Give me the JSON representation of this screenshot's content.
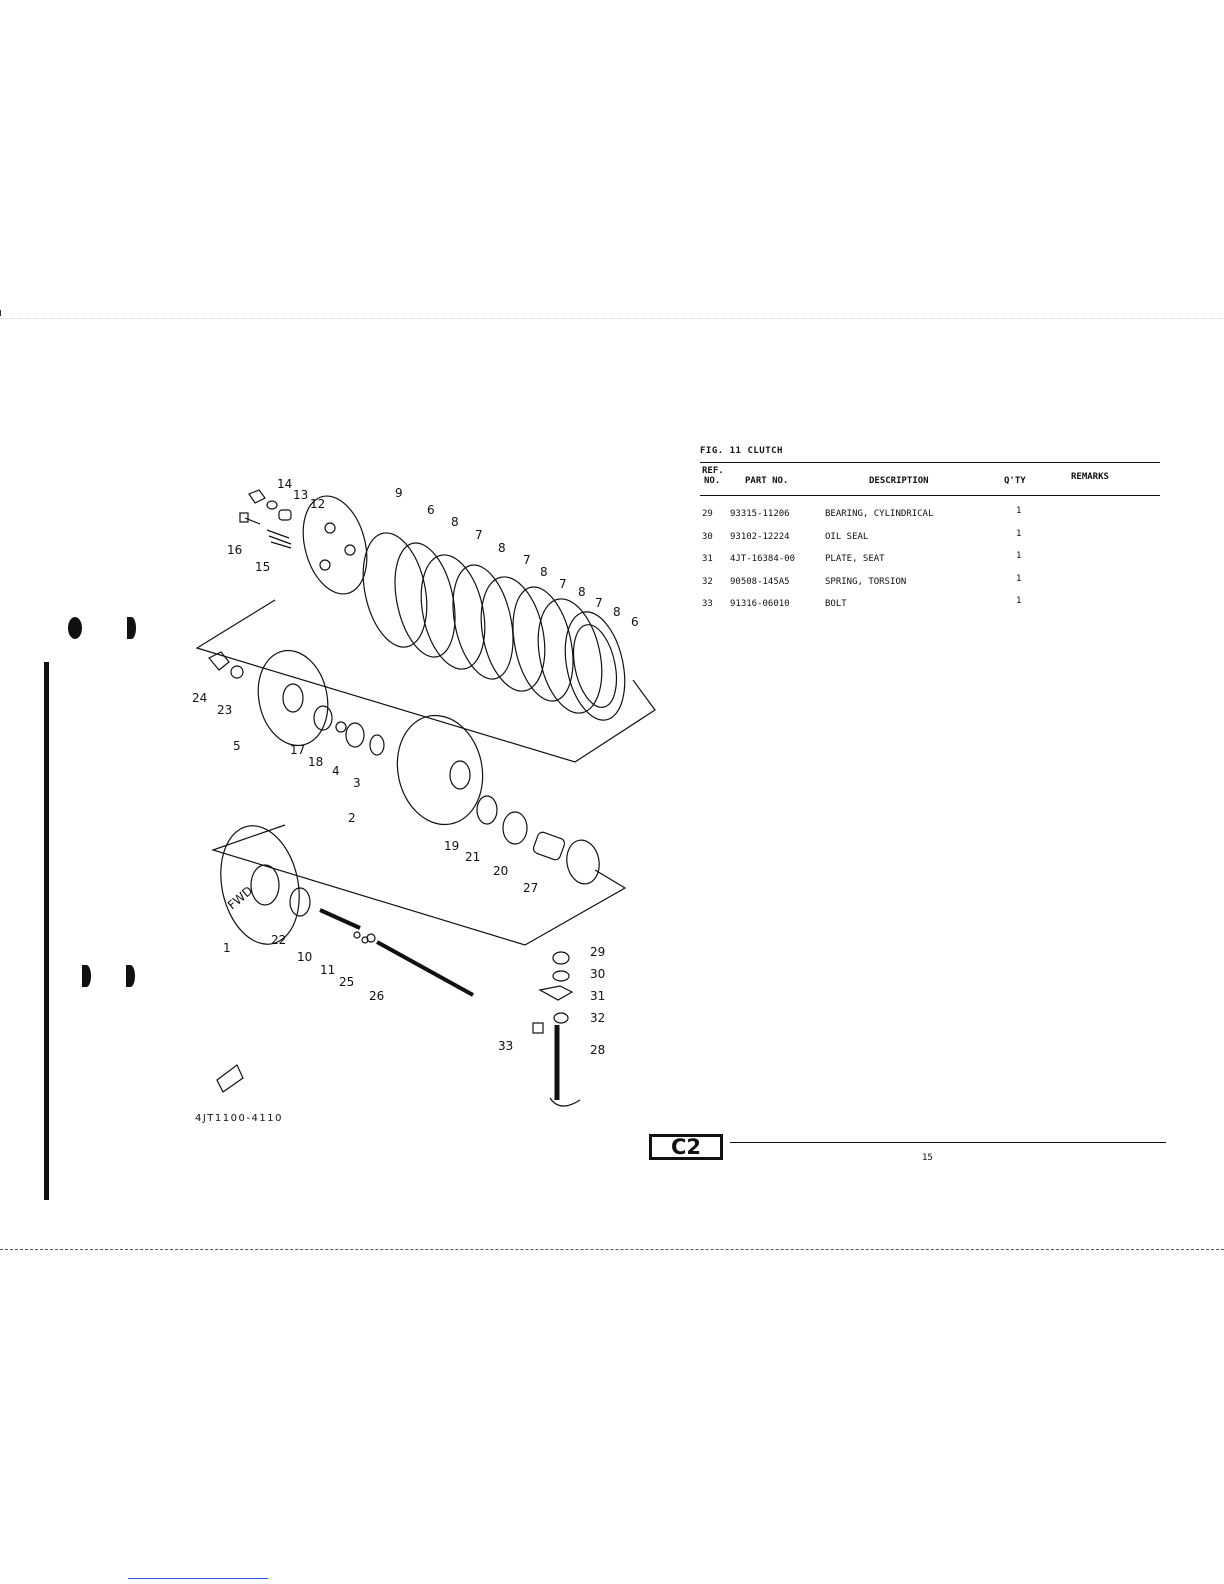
{
  "figure": {
    "number_label": "FIG. 11",
    "title": "CLUTCH"
  },
  "table": {
    "headers": {
      "ref_line1": "REF.",
      "ref_line2": "NO.",
      "part_no": "PART NO.",
      "description": "DESCRIPTION",
      "qty": "Q'TY",
      "remarks": "REMARKS"
    },
    "rows": [
      {
        "ref": "29",
        "part_no": "93315-11206",
        "description": "BEARING, CYLINDRICAL",
        "qty": "1",
        "remarks": ""
      },
      {
        "ref": "30",
        "part_no": "93102-12224",
        "description": "OIL SEAL",
        "qty": "1",
        "remarks": ""
      },
      {
        "ref": "31",
        "part_no": "4JT-16384-00",
        "description": "PLATE, SEAT",
        "qty": "1",
        "remarks": ""
      },
      {
        "ref": "32",
        "part_no": "90508-145A5",
        "description": "SPRING, TORSION",
        "qty": "1",
        "remarks": ""
      },
      {
        "ref": "33",
        "part_no": "91316-06010",
        "description": "BOLT",
        "qty": "1",
        "remarks": ""
      }
    ]
  },
  "diagram": {
    "code": "4JT1100-4110",
    "fwd_label": "FWD",
    "callouts": [
      "14",
      "13",
      "12",
      "9",
      "16",
      "15",
      "6",
      "8",
      "7",
      "8",
      "7",
      "8",
      "7",
      "8",
      "7",
      "8",
      "6",
      "24",
      "23",
      "5",
      "17",
      "18",
      "4",
      "3",
      "2",
      "19",
      "21",
      "20",
      "27",
      "1",
      "22",
      "10",
      "11",
      "25",
      "26",
      "29",
      "30",
      "31",
      "32",
      "33",
      "28"
    ]
  },
  "footer": {
    "section": "C2",
    "page_number": "15"
  }
}
